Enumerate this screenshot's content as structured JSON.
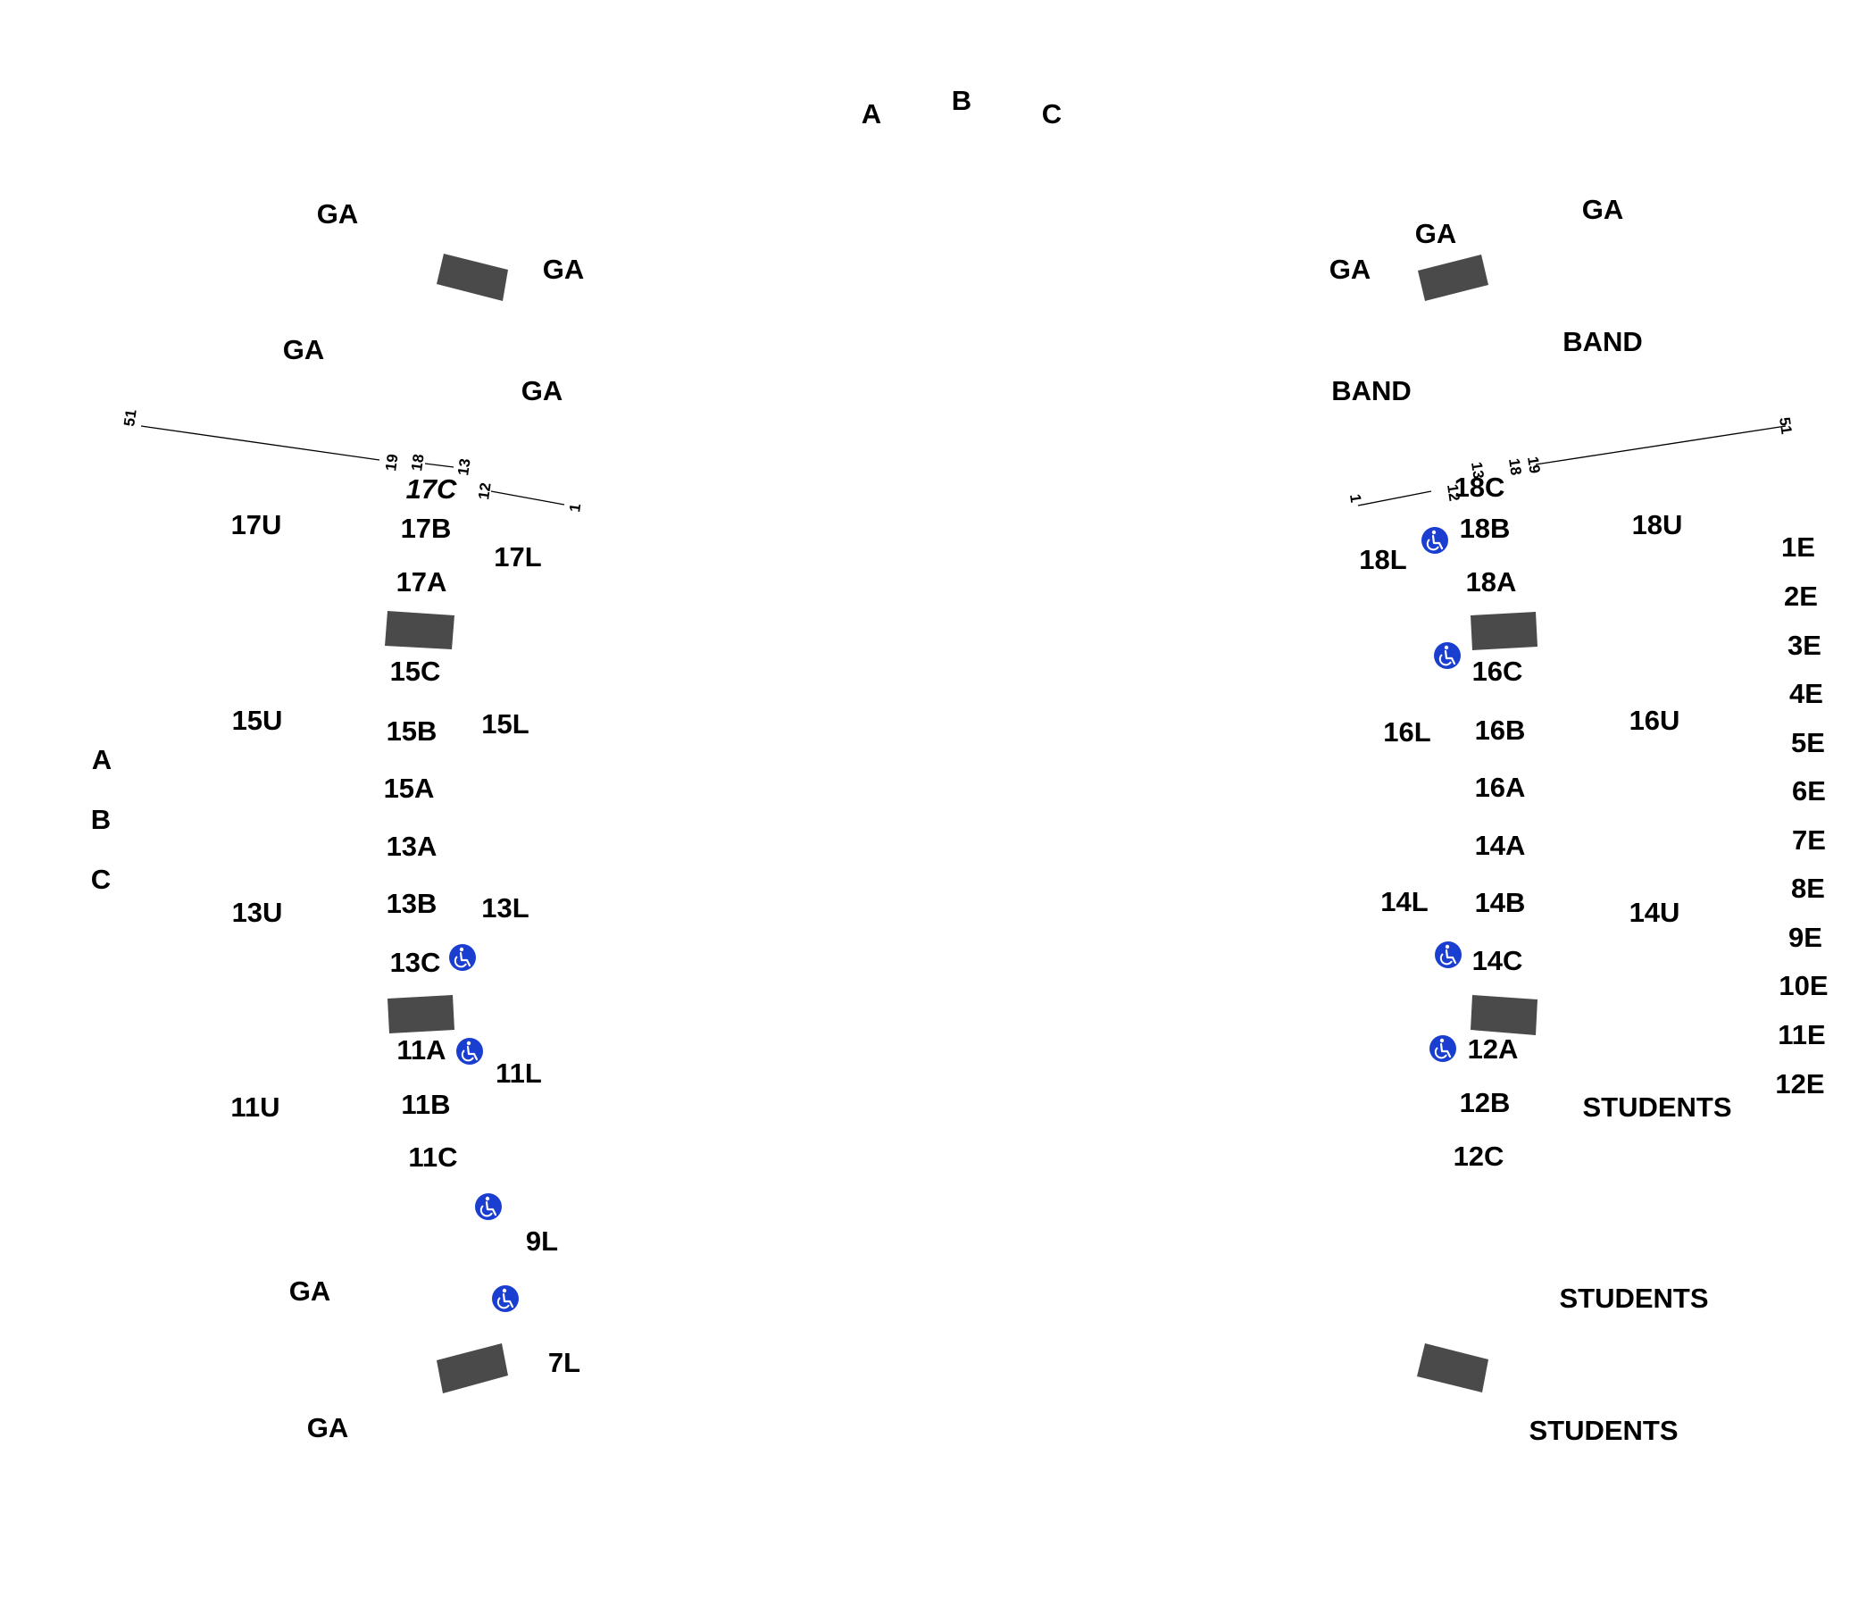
{
  "colors": {
    "label": "#000000",
    "tunnel_block": "#4a4a4a",
    "accessibility_badge": "#1a3fd0",
    "background": "#ffffff"
  },
  "icons": {
    "accessibility": "wheelchair-icon",
    "tunnel": "tunnel-block"
  },
  "top_rows": [
    "A",
    "B",
    "C"
  ],
  "left_rows": [
    "A",
    "B",
    "C"
  ],
  "left": {
    "ga": [
      "GA",
      "GA",
      "GA",
      "GA",
      "GA",
      "GA"
    ],
    "upper": [
      "17U",
      "15U",
      "13U",
      "11U"
    ],
    "lower": [
      "17L",
      "15L",
      "13L",
      "11L",
      "9L",
      "7L"
    ],
    "club_17": [
      "17C",
      "17B",
      "17A"
    ],
    "club_15": [
      "15C",
      "15B",
      "15A"
    ],
    "club_13": [
      "13A",
      "13B",
      "13C"
    ],
    "club_11": [
      "11A",
      "11B",
      "11C"
    ],
    "row_ticks": [
      "51",
      "19",
      "18",
      "13",
      "12",
      "1"
    ]
  },
  "right": {
    "ga": [
      "GA",
      "GA",
      "GA"
    ],
    "band": [
      "BAND",
      "BAND"
    ],
    "upper": [
      "18U",
      "16U",
      "14U"
    ],
    "lower": [
      "18L",
      "16L",
      "14L"
    ],
    "club_18": [
      "18C",
      "18B",
      "18A"
    ],
    "club_16": [
      "16C",
      "16B",
      "16A"
    ],
    "club_14": [
      "14A",
      "14B",
      "14C"
    ],
    "club_12": [
      "12A",
      "12B",
      "12C"
    ],
    "students": [
      "STUDENTS",
      "STUDENTS",
      "STUDENTS"
    ],
    "endzone": [
      "1E",
      "2E",
      "3E",
      "4E",
      "5E",
      "6E",
      "7E",
      "8E",
      "9E",
      "10E",
      "11E",
      "12E"
    ],
    "row_ticks": [
      "51",
      "19",
      "18",
      "13",
      "12",
      "1"
    ]
  }
}
